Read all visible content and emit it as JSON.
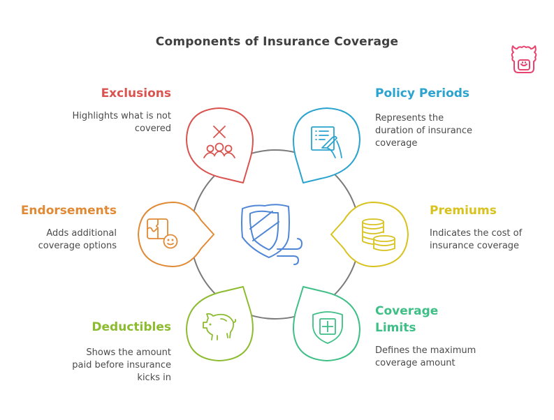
{
  "title": "Components of Insurance Coverage",
  "colors": {
    "exclusions": "#d9534f",
    "policy_periods": "#2aa3cf",
    "endorsements": "#e08a35",
    "premiums": "#d8c21e",
    "deductibles": "#8cbb2f",
    "coverage_limits": "#3dbf86",
    "center": "#4f86d6",
    "ring": "#7a7a7a",
    "logo": "#e8436e"
  },
  "center": {
    "icon": "shield-wind-icon"
  },
  "components": [
    {
      "id": "exclusions",
      "label": "Exclusions",
      "description_lines": [
        "Highlights what is not",
        "covered"
      ],
      "icon": "excluded-people-icon",
      "side": "left"
    },
    {
      "id": "policy_periods",
      "label": "Policy Periods",
      "description_lines": [
        "Represents the",
        "duration of insurance",
        "coverage"
      ],
      "icon": "document-signing-icon",
      "side": "right"
    },
    {
      "id": "endorsements",
      "label": "Endorsements",
      "description_lines": [
        "Adds additional",
        "coverage options"
      ],
      "icon": "puzzle-face-icon",
      "side": "left"
    },
    {
      "id": "premiums",
      "label": "Premiums",
      "description_lines": [
        "Indicates the cost of",
        "insurance coverage"
      ],
      "icon": "coin-stack-icon",
      "side": "right"
    },
    {
      "id": "deductibles",
      "label": "Deductibles",
      "description_lines": [
        "Shows the amount",
        "paid before insurance",
        "kicks in"
      ],
      "icon": "piggy-bank-icon",
      "side": "left"
    },
    {
      "id": "coverage_limits",
      "label_lines": [
        "Coverage",
        "Limits"
      ],
      "label": "Coverage Limits",
      "description_lines": [
        "Defines the maximum",
        "coverage amount"
      ],
      "icon": "shield-plus-icon",
      "side": "right"
    }
  ]
}
